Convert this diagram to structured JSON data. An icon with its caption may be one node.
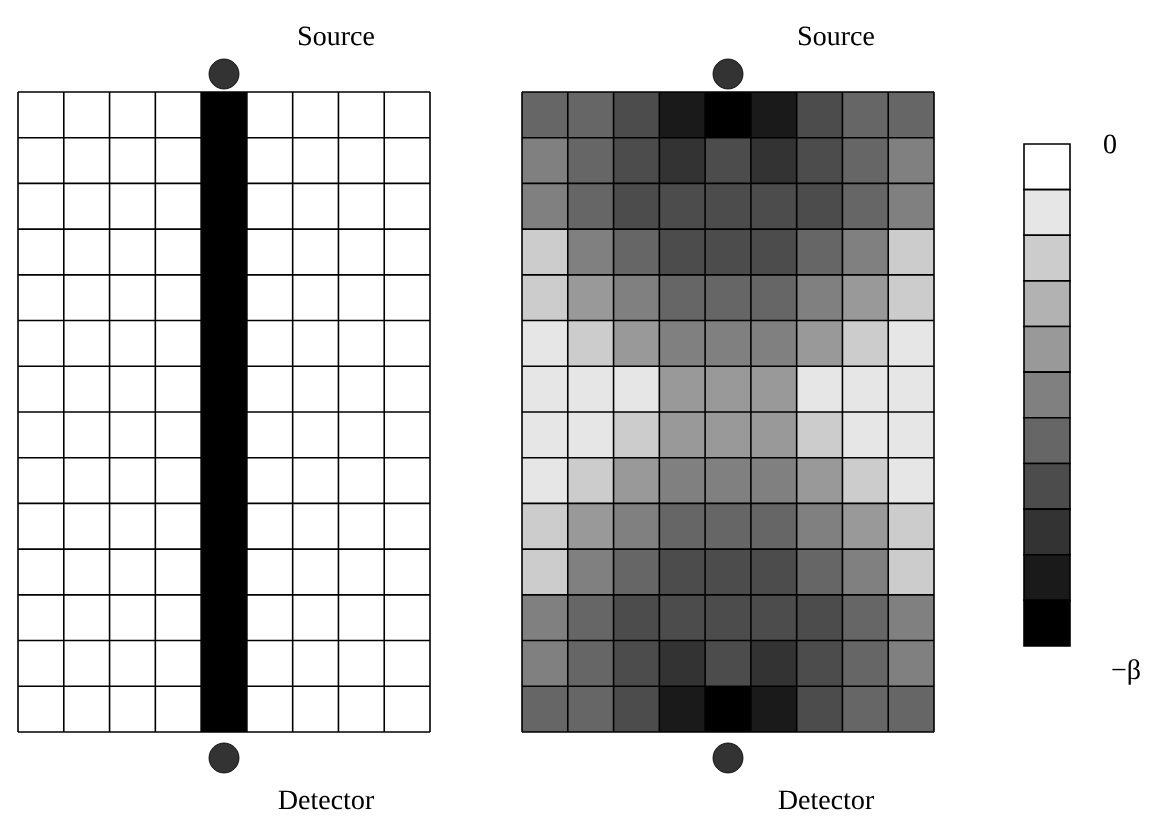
{
  "diagram": {
    "nodes": [
      {
        "text": [],
        "shape": "circle",
        "beside": [
          "Source"
        ]
      },
      {
        "text": [],
        "shape": "circle",
        "beside": [
          "Detector"
        ]
      },
      {
        "text": [],
        "shape": "circle",
        "beside": [
          "Source"
        ]
      },
      {
        "text": [],
        "shape": "circle",
        "beside": [
          "Detector"
        ]
      }
    ],
    "labels": [
      "0",
      "−β"
    ]
  }
}
